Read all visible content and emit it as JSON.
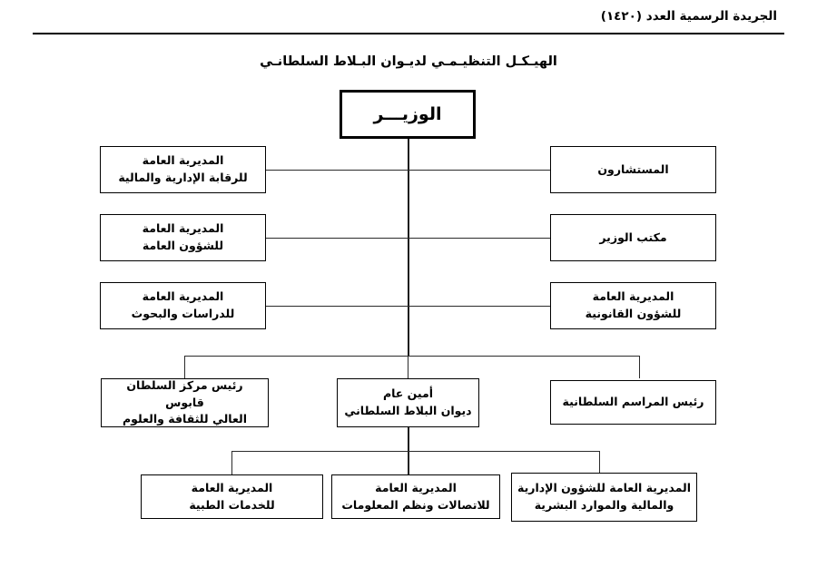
{
  "document": {
    "header_text": "الجريدة الرسمية العدد (١٤٢٠)",
    "chart_title": "الهيـكـل التنظيـمـي لديـوان البـلاط السلطانـي"
  },
  "chart": {
    "type": "org-chart",
    "direction": "rtl",
    "root": {
      "id": "minister",
      "label": "الوزيـــر"
    },
    "staff_left": [
      {
        "id": "dg-admin-financial-control",
        "label": "المديرية العامة\nللرقابة الإدارية والمالية"
      },
      {
        "id": "dg-general-affairs",
        "label": "المديرية العامة\nللشؤون العامة"
      },
      {
        "id": "dg-studies-research",
        "label": "المديرية العامة\nللدراسات والبحوث"
      }
    ],
    "staff_right": [
      {
        "id": "advisors",
        "label": "المستشارون"
      },
      {
        "id": "minister-office",
        "label": "مكتب الوزير"
      },
      {
        "id": "dg-legal-affairs",
        "label": "المديرية العامة\nللشؤون القانونية"
      }
    ],
    "level_two": [
      {
        "id": "head-sqhc",
        "label": "رئيس مركز السلطان قابوس\nالعالي للثقافة والعلوم"
      },
      {
        "id": "secretary-general",
        "label": "أمين عام\nديوان البلاط السلطاني"
      },
      {
        "id": "head-royal-protocol",
        "label": "رئيس المراسم السلطانية"
      }
    ],
    "level_three": [
      {
        "id": "dg-medical-services",
        "label": "المديرية العامة\nللخدمات الطبية"
      },
      {
        "id": "dg-communications-it",
        "label": "المديرية العامة\nللاتصالات ونظم المعلومات"
      },
      {
        "id": "dg-admin-financial-hr",
        "label": "المديرية العامة للشؤون الإدارية\nوالمالية والموارد البشرية"
      }
    ],
    "colors": {
      "page_background": "#ffffff",
      "box_border": "#000000",
      "connector": "#2b2b2b",
      "text": "#000000"
    }
  }
}
